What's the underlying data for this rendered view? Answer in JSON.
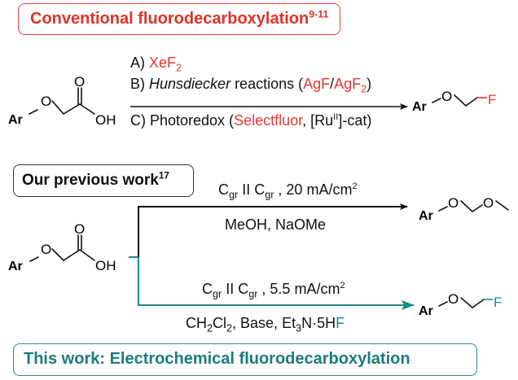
{
  "header_conventional": {
    "title": "Conventional fluorodecarboxylation",
    "refs": "9-11"
  },
  "header_previous": {
    "title": "Our previous work",
    "refs": "17"
  },
  "header_this": {
    "title": "This work: Electrochemical fluorodecarboxylation"
  },
  "atoms": {
    "ar": "Ar",
    "o": "O",
    "oh": "OH",
    "f": "F"
  },
  "conventional_conditions": {
    "a_prefix": "A) ",
    "a_reagent": "XeF",
    "a_sub": "2",
    "b_prefix": "B) ",
    "b_name": "Hunsdiecker",
    "b_mid": " reactions (",
    "b_agf": "AgF",
    "b_slash": "/",
    "b_agf2": "AgF",
    "b_sub": "2",
    "b_end": ")",
    "c_prefix": "C) Photoredox (",
    "c_reagent": "Selectfluor",
    "c_mid": ", [Ru",
    "c_sup": "II",
    "c_end": "]-cat)"
  },
  "previous_conditions": {
    "electrode_a": "C",
    "electrode_sub_a": "gr",
    "sep": " II ",
    "electrode_b": "C",
    "electrode_sub_b": "gr",
    "current": " , 20 mA/cm",
    "current_sup": "2",
    "solvent": "MeOH, NaOMe"
  },
  "this_conditions": {
    "electrode_a": "C",
    "electrode_sub_a": "gr",
    "sep": " II ",
    "electrode_b": "C",
    "electrode_sub_b": "gr",
    "current": " , 5.5 mA/cm",
    "current_sup": "2",
    "solvent_pre": "CH",
    "solvent_sub1": "2",
    "solvent_mid": "Cl",
    "solvent_sub2": "2",
    "solvent_post": ", Base, Et",
    "et_sub": "3",
    "n_part": "N·5H",
    "hf_f": "F"
  },
  "colors": {
    "red": "#e5372c",
    "teal": "#1b8a8a",
    "black": "#111111"
  }
}
